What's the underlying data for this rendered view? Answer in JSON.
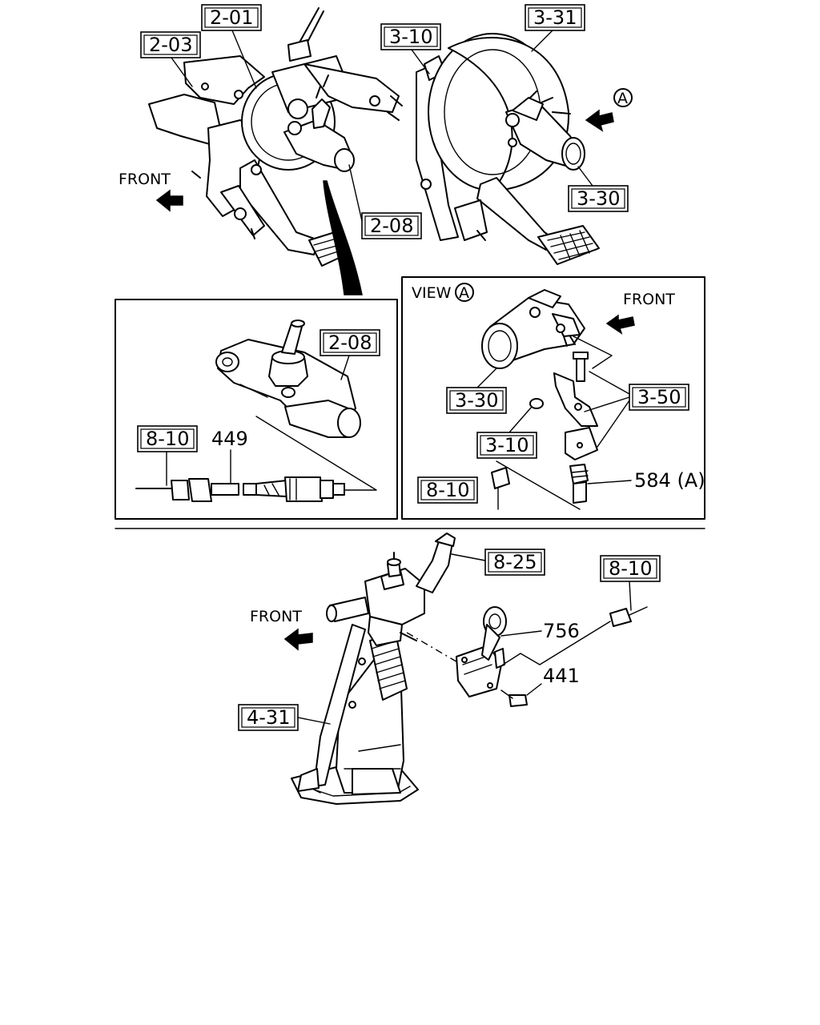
{
  "diagram": {
    "part_labels": {
      "p201": "2-01",
      "p203": "2-03",
      "p208_top": "2-08",
      "p310_top": "3-10",
      "p331": "3-31",
      "p330_top": "3-30",
      "p208_inset": "2-08",
      "p810_inset": "8-10",
      "p330_view": "3-30",
      "p350": "3-50",
      "p310_view": "3-10",
      "p810_view": "8-10",
      "p825": "8-25",
      "p810_bottom": "8-10",
      "p431": "4-31"
    },
    "plain_labels": {
      "n449": "449",
      "n584": "584 (A)",
      "n756": "756",
      "n441": "441"
    },
    "direction_labels": {
      "front_top": "FRONT",
      "front_view": "FRONT",
      "front_bottom": "FRONT",
      "view": "VIEW",
      "view_letter": "A",
      "arrow_letter": "A"
    }
  }
}
